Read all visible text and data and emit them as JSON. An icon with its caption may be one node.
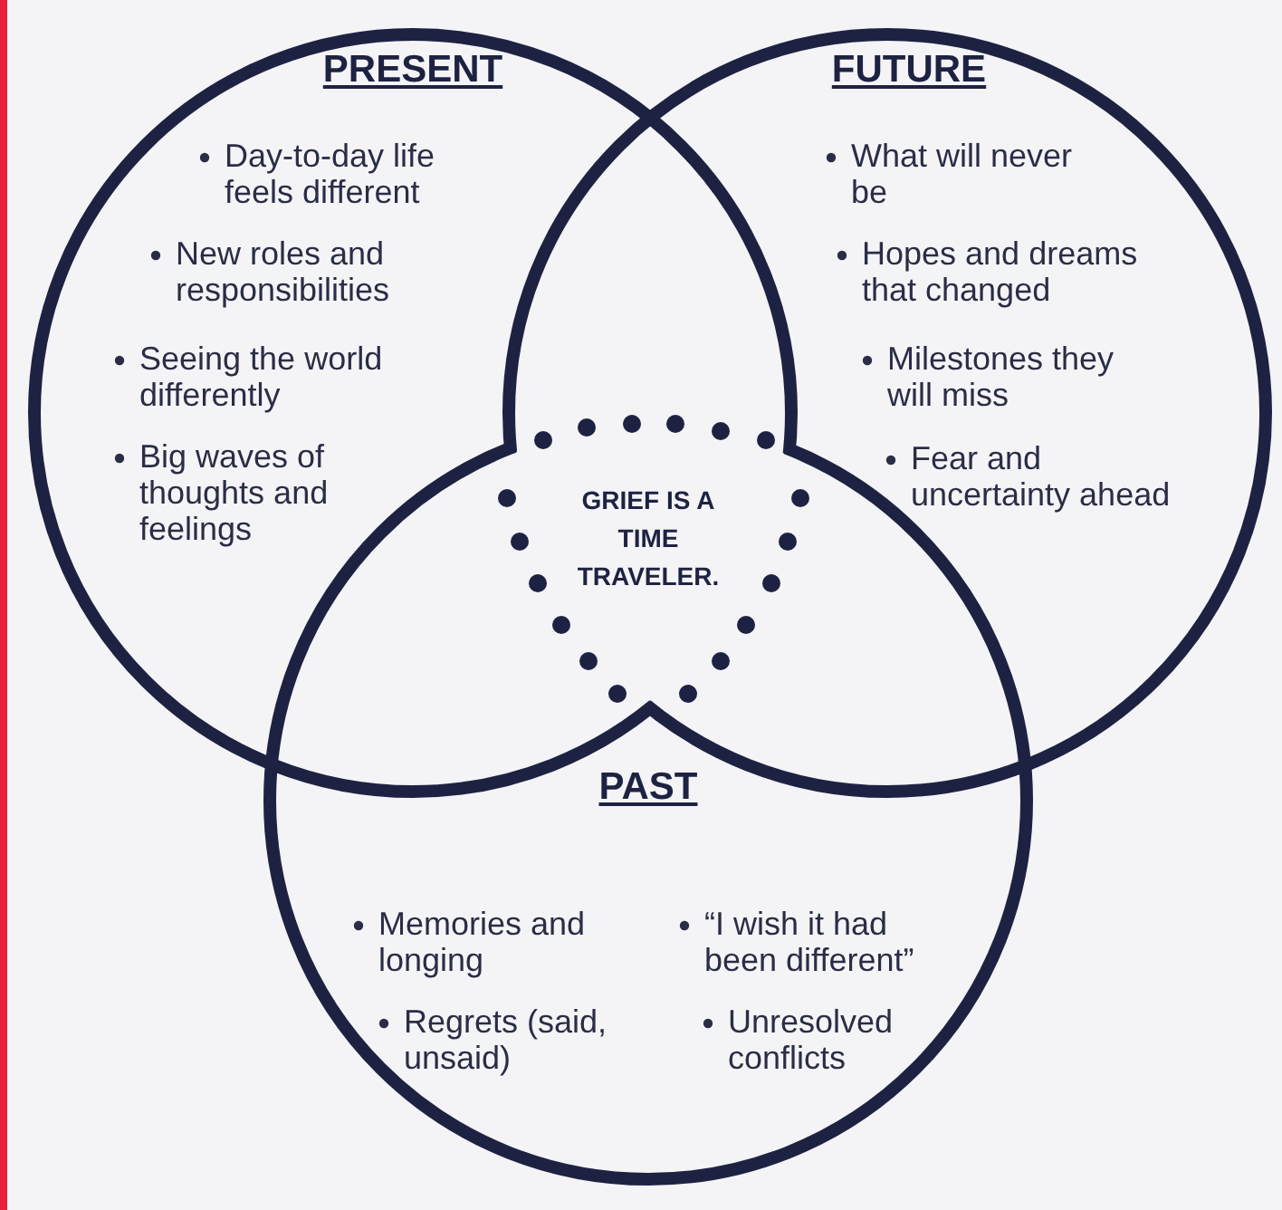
{
  "diagram": {
    "nodes": [
      {
        "text": [
          "PRESENT",
          "Day-to-day life feels different",
          "New roles and responsibilities",
          "Seeing the world differently",
          "Big waves of thoughts and feelings"
        ]
      },
      {
        "text": [
          "FUTURE",
          "What will never be",
          "Hopes and dreams that changed",
          "Milestones they will miss",
          "Fear and uncertainty ahead"
        ]
      },
      {
        "text": [
          "PAST",
          "Memories and longing",
          "“I wish it had been different”",
          "Regrets (said, unsaid)",
          "Unresolved conflicts"
        ]
      },
      {
        "text": [
          "GRIEF IS A TIME TRAVELER."
        ]
      }
    ]
  }
}
